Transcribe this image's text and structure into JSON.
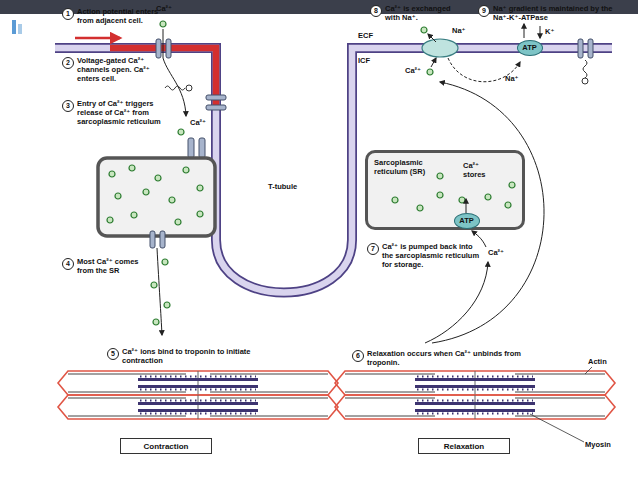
{
  "diagram": {
    "nodes": [
      {
        "text": [
          "ATP"
        ]
      },
      {
        "text": [
          "Sarcoplasmic reticulum (SR)",
          "Ca²⁺ stores"
        ]
      },
      {
        "text": [
          "ATP"
        ],
        "in": 1
      },
      {
        "text": [
          "Contraction"
        ]
      },
      {
        "text": [
          "Relaxation"
        ]
      }
    ],
    "labels": [
      "1",
      "Action potential enters from adjacent cell.",
      "Ca²⁺",
      "2",
      "Voltage-gated Ca²⁺ channels open. Ca²⁺ enters cell.",
      "3",
      "Entry of Ca²⁺ triggers release of Ca²⁺ from sarcoplasmic reticulum",
      "Ca²⁺",
      "4",
      "Most Ca²⁺ comes from the SR",
      "5",
      "Ca²⁺ ions bind to troponin to initiate contraction",
      "8",
      "Ca²⁺ is exchanged with Na⁺.",
      "9",
      "Na⁺ gradient is maintained by the Na⁺-K⁺-ATPase",
      "ECF",
      "ICF",
      "Na⁺",
      "K⁺",
      "Ca²⁺",
      "Na⁺",
      "T-tubule",
      "Ca²⁺",
      "7",
      "Ca²⁺ is pumped back into the sarcoplasmic reticulum for storage.",
      "6",
      "Relaxation occurs when Ca²⁺ unbinds from troponin.",
      "Actin",
      "Myosin"
    ]
  }
}
